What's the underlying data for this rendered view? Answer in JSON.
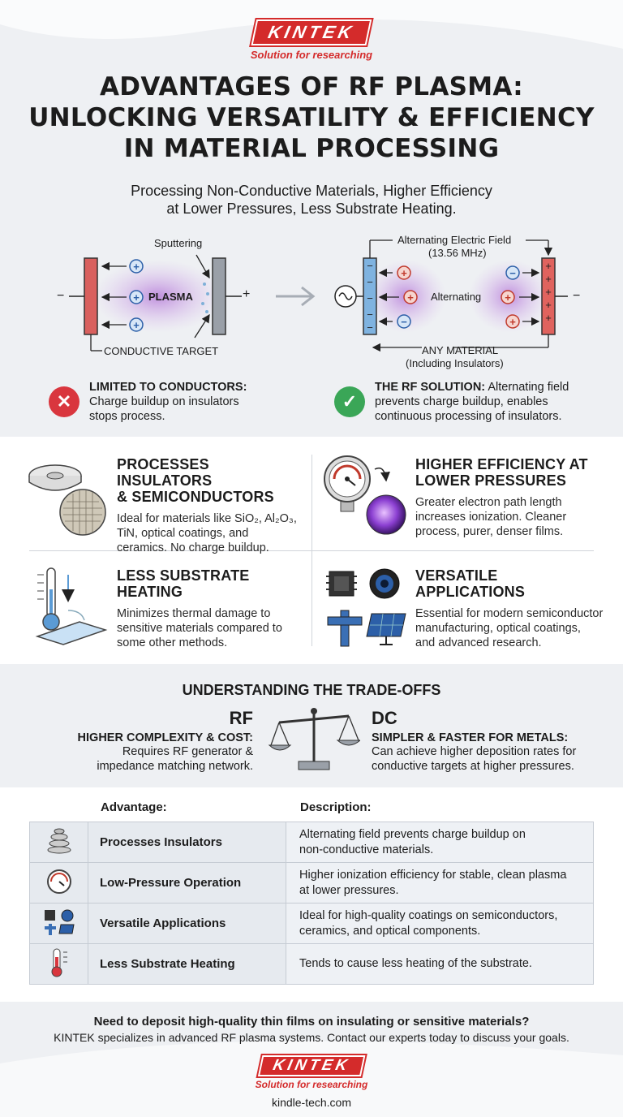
{
  "brand": {
    "name": "KINTEK",
    "tagline": "Solution for researching",
    "website": "kindle-tech.com"
  },
  "header": {
    "title_lines": [
      "ADVANTAGES OF RF PLASMA:",
      "UNLOCKING VERSATILITY & EFFICIENCY",
      "IN MATERIAL PROCESSING"
    ],
    "subtitle_lines": [
      "Processing Non-Conductive Materials, Higher Efficiency",
      "at Lower Pressures, Less Substrate Heating."
    ]
  },
  "diagram": {
    "dc": {
      "sputtering": "Sputtering",
      "plasma": "PLASMA",
      "target": "CONDUCTIVE TARGET",
      "minus": "−",
      "plus": "+"
    },
    "rf": {
      "field_label": "Alternating Electric Field",
      "frequency": "(13.56 MHz)",
      "alternating": "Alternating",
      "material": "ANY MATERIAL",
      "material_note": "(Including Insulators)",
      "minus": "−"
    },
    "limited": {
      "title": "LIMITED TO CONDUCTORS:",
      "text_lines": [
        "Charge buildup on insulators",
        "stops process."
      ],
      "icon": "x-circle-icon",
      "color": "#d9363e"
    },
    "solution": {
      "title": "THE RF SOLUTION:",
      "text_lines": [
        " Alternating field",
        "prevents charge buildup, enables",
        "continuous processing of insulators."
      ],
      "icon": "check-circle-icon",
      "color": "#3aa657"
    }
  },
  "features": [
    {
      "title_lines": [
        "PROCESSES INSULATORS",
        "& SEMICONDUCTORS"
      ],
      "desc_lines": [
        "Ideal for materials like SiO₂, Al₂O₃,",
        "TiN, optical coatings, and",
        "ceramics. No charge buildup."
      ],
      "icon": "wafer-disc-icon"
    },
    {
      "title_lines": [
        "HIGHER EFFICIENCY AT",
        "LOWER PRESSURES"
      ],
      "desc_lines": [
        "Greater electron path length",
        "increases ionization. Cleaner",
        "process, purer, denser films."
      ],
      "icon": "pressure-gauge-icon"
    },
    {
      "title_lines": [
        "LESS SUBSTRATE",
        "HEATING"
      ],
      "desc_lines": [
        "Minimizes thermal damage to",
        "sensitive materials compared to",
        "some other methods."
      ],
      "icon": "thermometer-icon"
    },
    {
      "title_lines": [
        "VERSATILE",
        "APPLICATIONS"
      ],
      "desc_lines": [
        "Essential for modern semiconductor",
        "manufacturing, optical coatings,",
        "and advanced research."
      ],
      "icon": "applications-icon"
    }
  ],
  "tradeoffs": {
    "heading": "UNDERSTANDING THE TRADE-OFFS",
    "rf": {
      "label": "RF",
      "title": "HIGHER COMPLEXITY & COST:",
      "text_lines": [
        "Requires RF generator &",
        "impedance matching network."
      ]
    },
    "dc": {
      "label": "DC",
      "title": "SIMPLER & FASTER FOR METALS:",
      "text_lines": [
        "Can achieve higher deposition rates for",
        "conductive targets at higher pressures."
      ]
    }
  },
  "table": {
    "headers": [
      "Advantage:",
      "Description:"
    ],
    "rows": [
      {
        "icon": "insulator-icon",
        "advantage": "Processes Insulators",
        "desc_lines": [
          "Alternating field prevents charge buildup on",
          "non-conductive materials."
        ]
      },
      {
        "icon": "gauge-icon",
        "advantage": "Low-Pressure Operation",
        "desc_lines": [
          "Higher ionization efficiency for stable, clean plasma",
          "at lower pressures."
        ]
      },
      {
        "icon": "applications-icon",
        "advantage": "Versatile Applications",
        "desc_lines": [
          "Ideal for high-quality coatings on semiconductors,",
          "ceramics, and optical components."
        ]
      },
      {
        "icon": "thermometer-icon",
        "advantage": "Less Substrate Heating",
        "desc_lines": [
          "Tends to cause less heating of the substrate."
        ]
      }
    ]
  },
  "cta": {
    "question": "Need to deposit high-quality thin films on insulating or sensitive materials?",
    "text": "KINTEK specializes in advanced RF plasma systems. Contact our experts today to discuss your goals."
  }
}
